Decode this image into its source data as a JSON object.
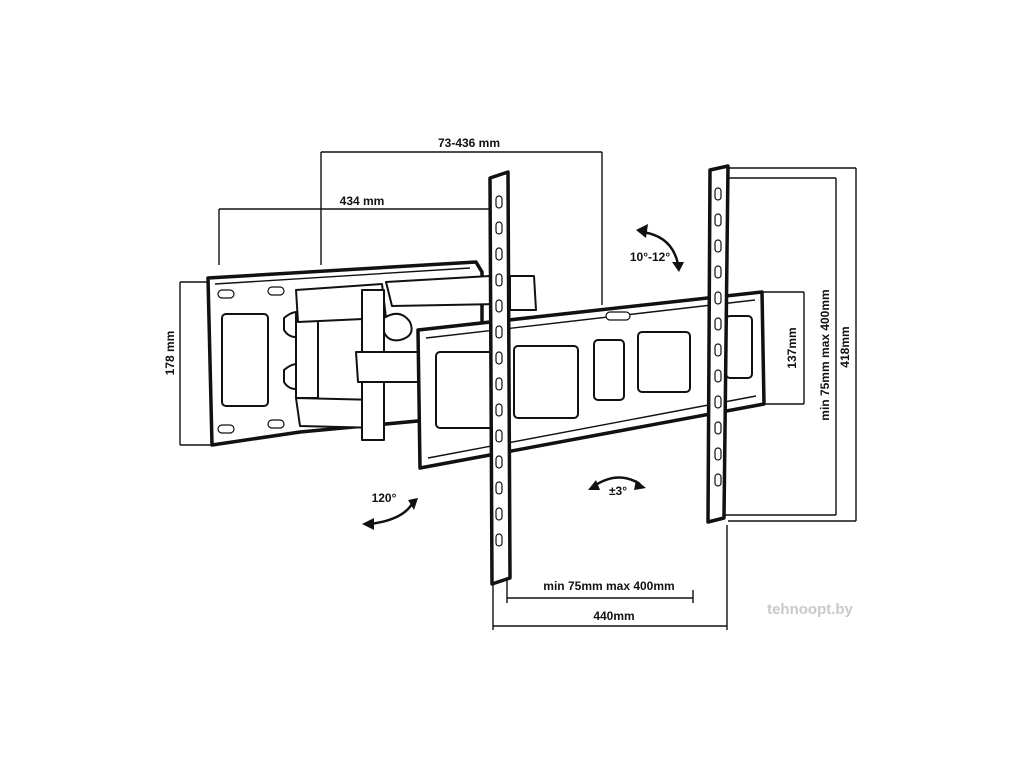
{
  "dimensions": {
    "arm_extension": "73-436 mm",
    "arm_length": "434 mm",
    "wall_plate_height": "178 mm",
    "tilt": "10°-12°",
    "tv_bracket_height": "137mm",
    "vertical_vesa": "min 75mm max 400mm",
    "vertical_total": "418mm",
    "swivel": "120°",
    "level_adjust": "±3°",
    "horizontal_vesa": "min 75mm max 400mm",
    "horizontal_total": "440mm"
  },
  "watermark": "tehnoopt.by"
}
